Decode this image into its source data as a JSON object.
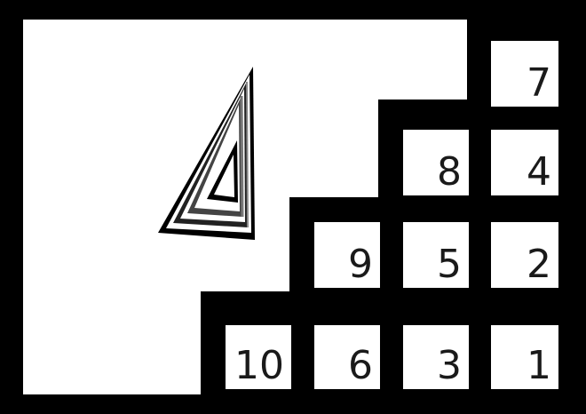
{
  "puzzle": {
    "tiles": [
      {
        "id": "tile-7",
        "label": "7"
      },
      {
        "id": "tile-8",
        "label": "8"
      },
      {
        "id": "tile-4",
        "label": "4"
      },
      {
        "id": "tile-9",
        "label": "9"
      },
      {
        "id": "tile-5",
        "label": "5"
      },
      {
        "id": "tile-2",
        "label": "2"
      },
      {
        "id": "tile-10",
        "label": "10"
      },
      {
        "id": "tile-6",
        "label": "6"
      },
      {
        "id": "tile-3",
        "label": "3"
      },
      {
        "id": "tile-1",
        "label": "1"
      }
    ],
    "logo_icon": "drafting-triangle-icon"
  },
  "colors": {
    "border": "#000000",
    "tile_bg": "#ffffff",
    "text": "#1a1a1a"
  }
}
